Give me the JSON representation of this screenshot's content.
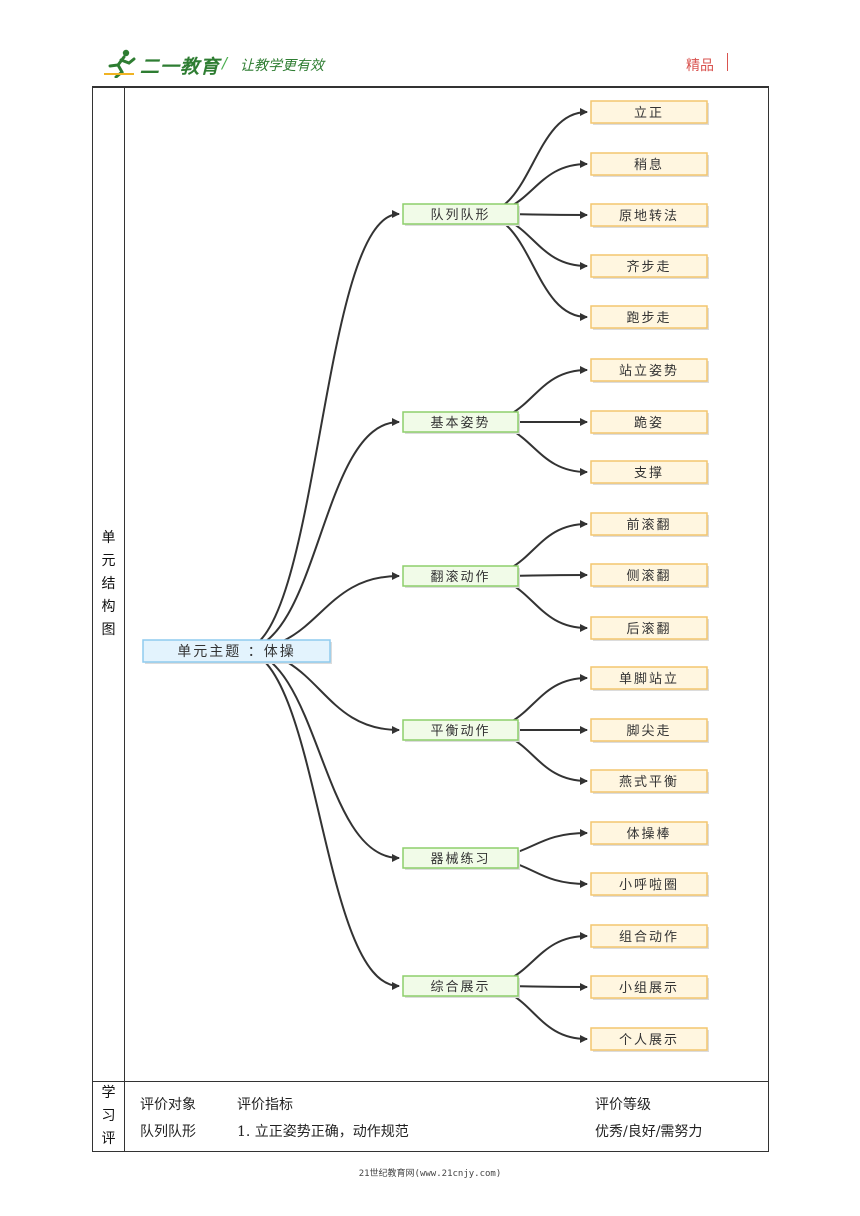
{
  "header": {
    "brand": "二一教育",
    "separator": "/",
    "slogan": "让教学更有效",
    "quality_label": "精品"
  },
  "section_labels": {
    "structure": [
      "单",
      "元",
      "结",
      "构",
      "图"
    ],
    "evaluation": [
      "学",
      "习",
      "评"
    ]
  },
  "mindmap": {
    "root": "单元主题 ：体操",
    "branches": [
      {
        "label": "队列队形",
        "children": [
          "立正",
          "稍息",
          "原地转法",
          "齐步走",
          "跑步走"
        ]
      },
      {
        "label": "基本姿势",
        "children": [
          "站立姿势",
          "跪姿",
          "支撑"
        ]
      },
      {
        "label": "翻滚动作",
        "children": [
          "前滚翻",
          "侧滚翻",
          "后滚翻"
        ]
      },
      {
        "label": "平衡动作",
        "children": [
          "单脚站立",
          "脚尖走",
          "燕式平衡"
        ]
      },
      {
        "label": "器械练习",
        "children": [
          "体操棒",
          "小呼啦圈"
        ]
      },
      {
        "label": "综合展示",
        "children": [
          "组合动作",
          "小组展示",
          "个人展示"
        ]
      }
    ],
    "colors": {
      "root_fill": "#e3f3fd",
      "root_border": "#8fcbef",
      "branch_fill": "#f1fbe8",
      "branch_border": "#8dcf6b",
      "leaf_fill": "#fff6e0",
      "leaf_border": "#f3c66f",
      "connector": "#333333"
    }
  },
  "evaluation": {
    "headers": {
      "object": "评价对象",
      "indicator": "评价指标",
      "level": "评价等级"
    },
    "row": {
      "object": "队列队形",
      "indicator": "1. 立正姿势正确，动作规范",
      "level": "优秀/良好/需努力"
    }
  },
  "footer": "21世纪教育网(www.21cnjy.com)"
}
